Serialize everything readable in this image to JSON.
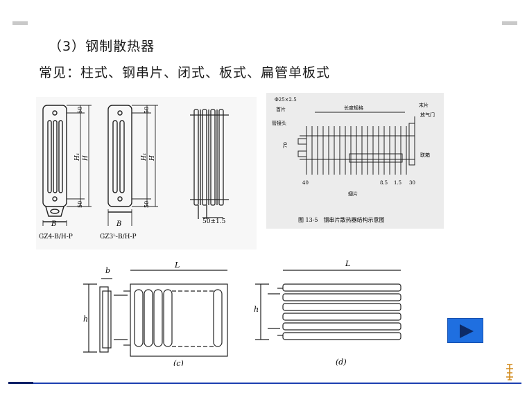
{
  "slide": {
    "heading": "（3）钢制散热器",
    "subheading": "常见：柱式、钢串片、闭式、板式、扁管单板式"
  },
  "column_figure": {
    "left_model": "GZ4-B/H-P",
    "right_model": "GZ3ᴸ-B/H-P",
    "dim_top": "50",
    "dim_bottom": "50",
    "dim_h1": "H₁",
    "dim_h": "H",
    "dim_b": "B",
    "dim_pitch": "50±1.5"
  },
  "steel_figure": {
    "caption": "图 13-5　钢串片散热器结构示意图",
    "label_pipe": "Φ25×2.5",
    "label_head_plate": "首片",
    "label_fitting": "管接头",
    "label_length": "长度规格",
    "label_end_plate": "末片",
    "label_vent": "放气门",
    "label_connector": "联箱",
    "label_fin": "翅片",
    "dim_70": "70",
    "dim_40": "40",
    "dim_85": "8.5",
    "dim_1p5": "1.5",
    "dim_30": "30"
  },
  "panel_figure": {
    "label_b": "b",
    "label_L": "L",
    "label_h": "h",
    "caption": "(c)"
  },
  "flat_figure": {
    "label_L": "L",
    "label_h": "h",
    "caption": "(d)"
  },
  "colors": {
    "accent": "#1f6fe0",
    "bottom_rule": "#1c3fb0"
  },
  "icons": {
    "nav": "play-icon",
    "logo": "logo-icon"
  }
}
